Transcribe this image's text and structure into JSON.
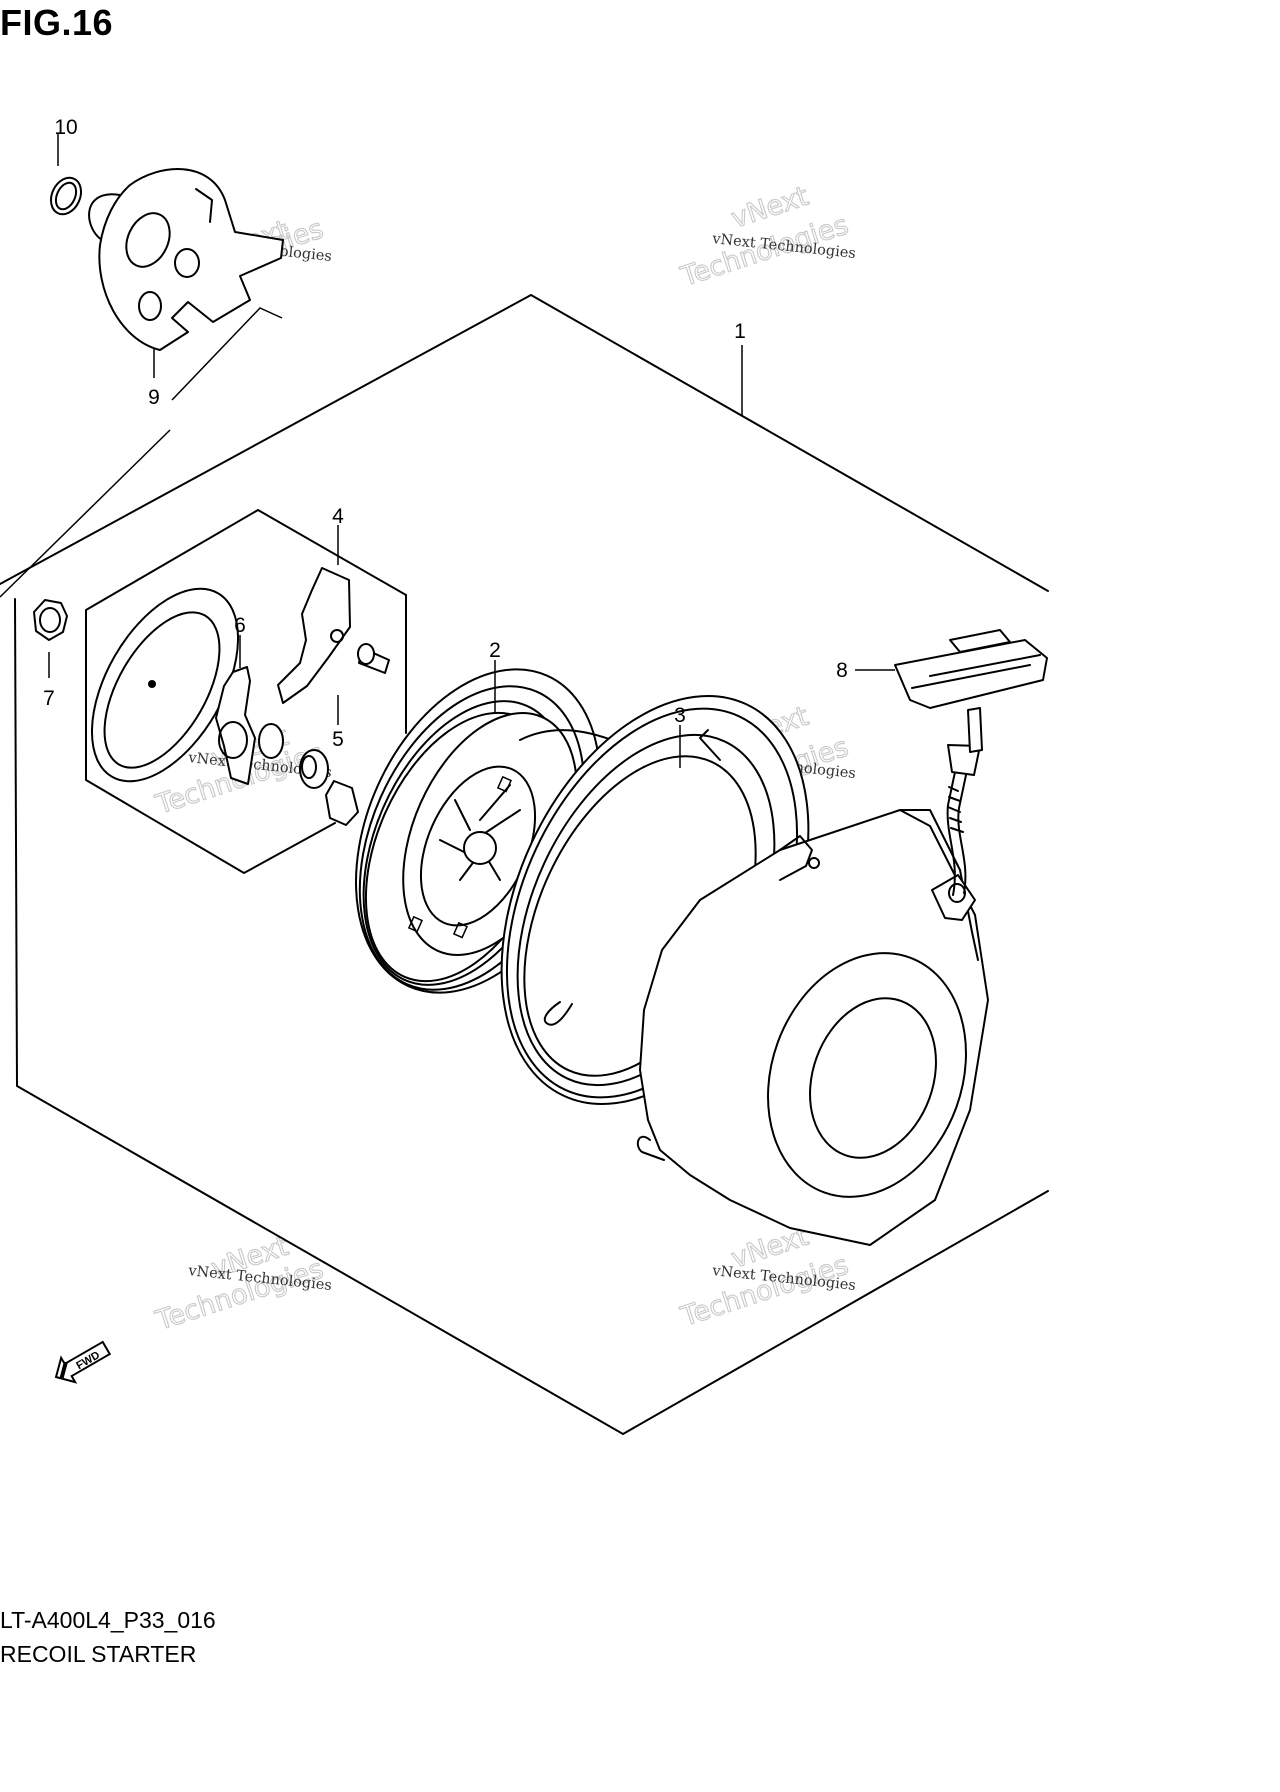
{
  "figure": {
    "title": "FIG.16",
    "model_code": "LT-A400L4_P33_016",
    "name": "RECOIL STARTER"
  },
  "callouts": [
    "1",
    "2",
    "3",
    "4",
    "5",
    "6",
    "7",
    "8",
    "9",
    "10"
  ],
  "watermark": {
    "line_small": "vNext Technologies",
    "line_big_top": "vNext",
    "line_big_bottom": "Technologies"
  },
  "fwd_badge": "FWD"
}
